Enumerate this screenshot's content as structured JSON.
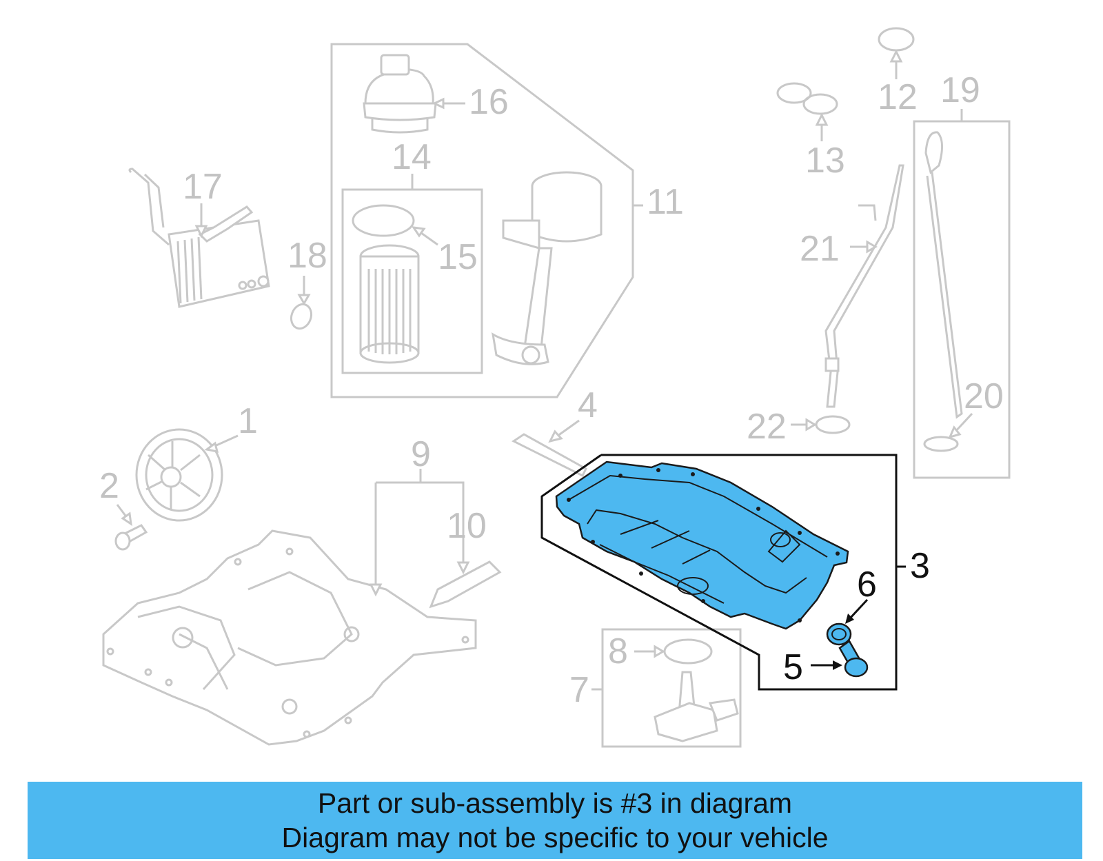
{
  "diagram": {
    "callouts": {
      "c1": "1",
      "c2": "2",
      "c3": "3",
      "c4": "4",
      "c5": "5",
      "c6": "6",
      "c7": "7",
      "c8": "8",
      "c9": "9",
      "c10": "10",
      "c11": "11",
      "c12": "12",
      "c13": "13",
      "c14": "14",
      "c15": "15",
      "c16": "16",
      "c17": "17",
      "c18": "18",
      "c19": "19",
      "c20": "20",
      "c21": "21",
      "c22": "22"
    },
    "highlight_color": "#4db8f0",
    "highlighted_part": "3"
  },
  "banner": {
    "line1": "Part or sub-assembly is #3 in diagram",
    "line2": "Diagram may not be specific to your vehicle",
    "background": "#4db8f0"
  }
}
